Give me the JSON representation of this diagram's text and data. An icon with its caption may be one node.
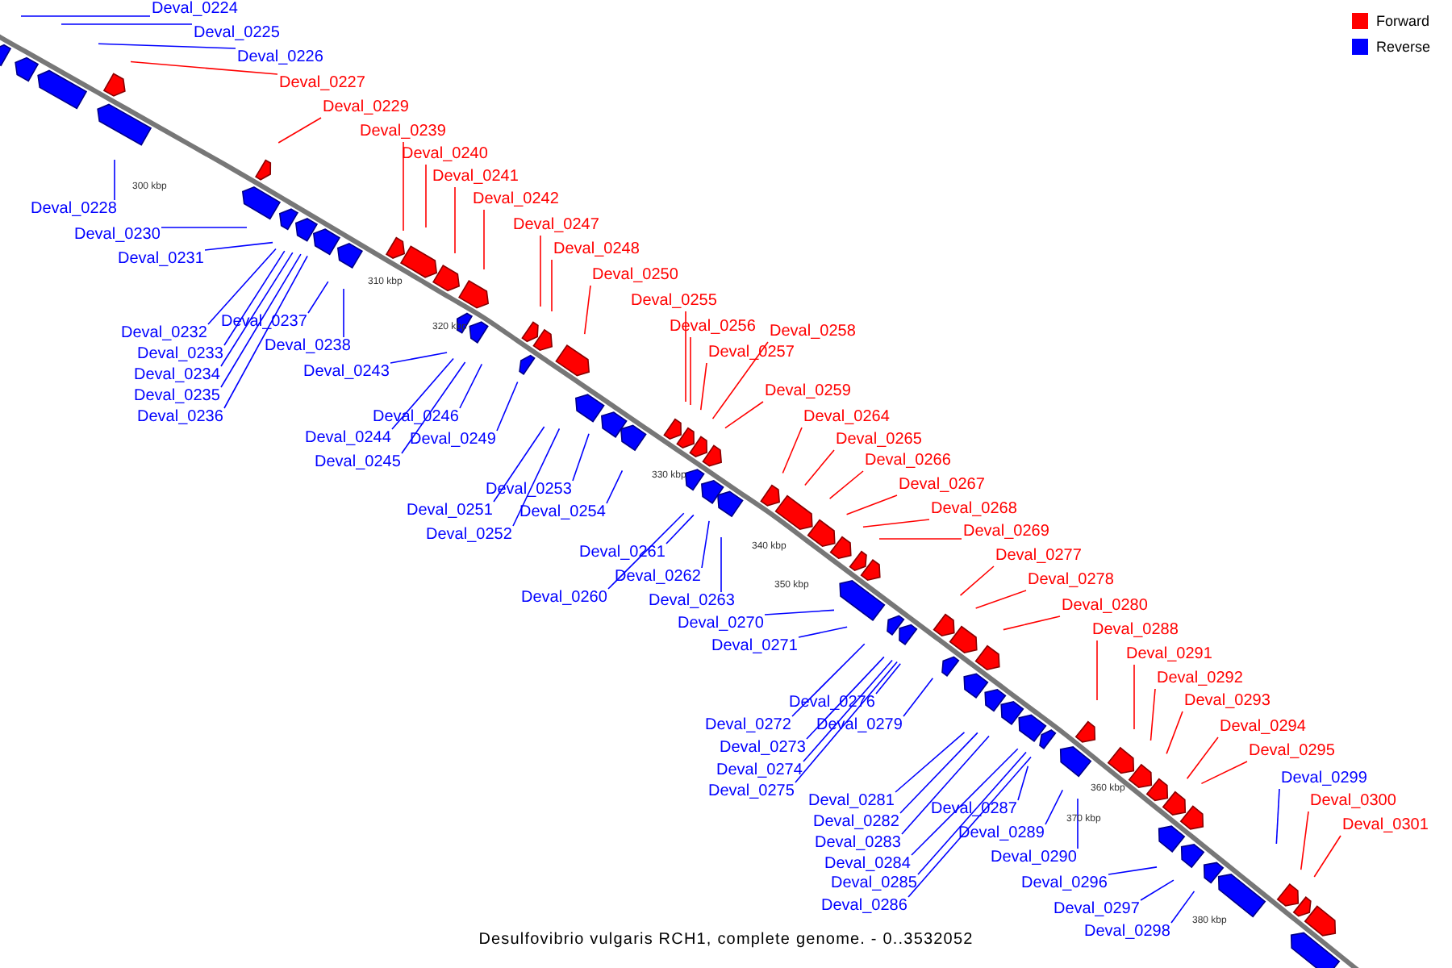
{
  "diagram": {
    "caption": "Desulfovibrio vulgaris RCH1, complete genome. - 0..3532052",
    "nodes": [
      {
        "text": [
          "Deval_0224"
        ]
      },
      {
        "text": [
          "Deval_0225"
        ]
      },
      {
        "text": [
          "Deval_0226"
        ]
      },
      {
        "text": [
          "Deval_0227"
        ]
      },
      {
        "text": [
          "Deval_0228"
        ]
      },
      {
        "text": [
          "Deval_0229"
        ]
      },
      {
        "text": [
          "Deval_0230"
        ]
      },
      {
        "text": [
          "Deval_0231"
        ]
      },
      {
        "text": [
          "Deval_0232"
        ]
      },
      {
        "text": [
          "Deval_0233"
        ]
      },
      {
        "text": [
          "Deval_0234"
        ]
      },
      {
        "text": [
          "Deval_0235"
        ]
      },
      {
        "text": [
          "Deval_0236"
        ]
      },
      {
        "text": [
          "Deval_0237"
        ]
      },
      {
        "text": [
          "Deval_0238"
        ]
      },
      {
        "text": [
          "Deval_0239"
        ]
      },
      {
        "text": [
          "Deval_0240"
        ]
      },
      {
        "text": [
          "Deval_0241"
        ]
      },
      {
        "text": [
          "Deval_0242"
        ]
      },
      {
        "text": [
          "Deval_0243"
        ]
      },
      {
        "text": [
          "Deval_0244"
        ]
      },
      {
        "text": [
          "Deval_0245"
        ]
      },
      {
        "text": [
          "Deval_0246"
        ]
      },
      {
        "text": [
          "Deval_0247"
        ]
      },
      {
        "text": [
          "Deval_0248"
        ]
      },
      {
        "text": [
          "Deval_0249"
        ]
      },
      {
        "text": [
          "Deval_0250"
        ]
      },
      {
        "text": [
          "Deval_0251"
        ]
      },
      {
        "text": [
          "Deval_0252"
        ]
      },
      {
        "text": [
          "Deval_0253"
        ]
      },
      {
        "text": [
          "Deval_0254"
        ]
      },
      {
        "text": [
          "Deval_0255"
        ]
      },
      {
        "text": [
          "Deval_0256"
        ]
      },
      {
        "text": [
          "Deval_0257"
        ]
      },
      {
        "text": [
          "Deval_0258"
        ]
      },
      {
        "text": [
          "Deval_0259"
        ]
      },
      {
        "text": [
          "Deval_0260"
        ]
      },
      {
        "text": [
          "Deval_0261"
        ]
      },
      {
        "text": [
          "Deval_0262"
        ]
      },
      {
        "text": [
          "Deval_0263"
        ]
      },
      {
        "text": [
          "Deval_0264"
        ]
      },
      {
        "text": [
          "Deval_0265"
        ]
      },
      {
        "text": [
          "Deval_0266"
        ]
      },
      {
        "text": [
          "Deval_0267"
        ]
      },
      {
        "text": [
          "Deval_0268"
        ]
      },
      {
        "text": [
          "Deval_0269"
        ]
      },
      {
        "text": [
          "Deval_0270"
        ]
      },
      {
        "text": [
          "Deval_0271"
        ]
      },
      {
        "text": [
          "Deval_0272"
        ]
      },
      {
        "text": [
          "Deval_0273"
        ]
      },
      {
        "text": [
          "Deval_0274"
        ]
      },
      {
        "text": [
          "Deval_0275"
        ]
      },
      {
        "text": [
          "Deval_0276"
        ]
      },
      {
        "text": [
          "Deval_0277"
        ]
      },
      {
        "text": [
          "Deval_0278"
        ]
      },
      {
        "text": [
          "Deval_0279"
        ]
      },
      {
        "text": [
          "Deval_0280"
        ]
      },
      {
        "text": [
          "Deval_0281"
        ]
      },
      {
        "text": [
          "Deval_0282"
        ]
      },
      {
        "text": [
          "Deval_0283"
        ]
      },
      {
        "text": [
          "Deval_0284"
        ]
      },
      {
        "text": [
          "Deval_0285"
        ]
      },
      {
        "text": [
          "Deval_0286"
        ]
      },
      {
        "text": [
          "Deval_0287"
        ]
      },
      {
        "text": [
          "Deval_0288"
        ]
      },
      {
        "text": [
          "Deval_0289"
        ]
      },
      {
        "text": [
          "Deval_0290"
        ]
      },
      {
        "text": [
          "Deval_0291"
        ]
      },
      {
        "text": [
          "Deval_0292"
        ]
      },
      {
        "text": [
          "Deval_0293"
        ]
      },
      {
        "text": [
          "Deval_0294"
        ]
      },
      {
        "text": [
          "Deval_0295"
        ]
      },
      {
        "text": [
          "Deval_0296"
        ]
      },
      {
        "text": [
          "Deval_0297"
        ]
      },
      {
        "text": [
          "Deval_0298"
        ]
      },
      {
        "text": [
          "Deval_0299"
        ]
      },
      {
        "text": [
          "Deval_0300"
        ]
      },
      {
        "text": [
          "Deval_0301"
        ]
      }
    ],
    "edges": [
      {
        "from": 0,
        "to": null,
        "arrow": "none"
      },
      {
        "from": 1,
        "to": null,
        "arrow": "none"
      },
      {
        "from": 2,
        "to": null,
        "arrow": "none"
      },
      {
        "from": 3,
        "to": null,
        "arrow": "none",
        "color": "#ff0000"
      },
      {
        "from": 4,
        "to": null,
        "arrow": "none"
      },
      {
        "from": 5,
        "to": null,
        "arrow": "none",
        "color": "#ff0000"
      },
      {
        "from": 6,
        "to": null,
        "arrow": "none"
      },
      {
        "from": 7,
        "to": null,
        "arrow": "none"
      },
      {
        "from": 8,
        "to": null,
        "arrow": "none"
      },
      {
        "from": 9,
        "to": null,
        "arrow": "none"
      },
      {
        "from": 10,
        "to": null,
        "arrow": "none"
      },
      {
        "from": 11,
        "to": null,
        "arrow": "none"
      },
      {
        "from": 12,
        "to": null,
        "arrow": "none"
      },
      {
        "from": 13,
        "to": null,
        "arrow": "none"
      },
      {
        "from": 14,
        "to": null,
        "arrow": "none"
      },
      {
        "from": 15,
        "to": null,
        "arrow": "none",
        "color": "#ff0000"
      },
      {
        "from": 16,
        "to": null,
        "arrow": "none",
        "color": "#ff0000"
      },
      {
        "from": 17,
        "to": null,
        "arrow": "none",
        "color": "#ff0000"
      },
      {
        "from": 18,
        "to": null,
        "arrow": "none",
        "color": "#ff0000"
      },
      {
        "from": 19,
        "to": null,
        "arrow": "none"
      },
      {
        "from": 20,
        "to": null,
        "arrow": "none"
      },
      {
        "from": 21,
        "to": null,
        "arrow": "none"
      },
      {
        "from": 22,
        "to": null,
        "arrow": "none"
      },
      {
        "from": 23,
        "to": null,
        "arrow": "none",
        "color": "#ff0000"
      },
      {
        "from": 24,
        "to": null,
        "arrow": "none",
        "color": "#ff0000"
      },
      {
        "from": 25,
        "to": null,
        "arrow": "none"
      },
      {
        "from": 26,
        "to": null,
        "arrow": "none",
        "color": "#ff0000"
      },
      {
        "from": 27,
        "to": null,
        "arrow": "none"
      },
      {
        "from": 28,
        "to": null,
        "arrow": "none"
      },
      {
        "from": 29,
        "to": null,
        "arrow": "none"
      },
      {
        "from": 30,
        "to": null,
        "arrow": "none"
      },
      {
        "from": 31,
        "to": null,
        "arrow": "none",
        "color": "#ff0000"
      },
      {
        "from": 32,
        "to": null,
        "arrow": "none",
        "color": "#ff0000"
      },
      {
        "from": 33,
        "to": null,
        "arrow": "none",
        "color": "#ff0000"
      },
      {
        "from": 34,
        "to": null,
        "arrow": "none",
        "color": "#ff0000"
      },
      {
        "from": 35,
        "to": null,
        "arrow": "none",
        "color": "#ff0000"
      },
      {
        "from": 36,
        "to": null,
        "arrow": "none"
      },
      {
        "from": 37,
        "to": null,
        "arrow": "none"
      },
      {
        "from": 38,
        "to": null,
        "arrow": "none"
      },
      {
        "from": 39,
        "to": null,
        "arrow": "none"
      },
      {
        "from": 40,
        "to": null,
        "arrow": "none",
        "color": "#ff0000"
      },
      {
        "from": 41,
        "to": null,
        "arrow": "none",
        "color": "#ff0000"
      },
      {
        "from": 42,
        "to": null,
        "arrow": "none",
        "color": "#ff0000"
      },
      {
        "from": 43,
        "to": null,
        "arrow": "none",
        "color": "#ff0000"
      },
      {
        "from": 44,
        "to": null,
        "arrow": "none",
        "color": "#ff0000"
      },
      {
        "from": 45,
        "to": null,
        "arrow": "none",
        "color": "#ff0000"
      },
      {
        "from": 46,
        "to": null,
        "arrow": "none"
      },
      {
        "from": 47,
        "to": null,
        "arrow": "none"
      },
      {
        "from": 48,
        "to": null,
        "arrow": "none"
      },
      {
        "from": 49,
        "to": null,
        "arrow": "none"
      },
      {
        "from": 50,
        "to": null,
        "arrow": "none"
      },
      {
        "from": 51,
        "to": null,
        "arrow": "none"
      },
      {
        "from": 52,
        "to": null,
        "arrow": "none"
      },
      {
        "from": 53,
        "to": null,
        "arrow": "none",
        "color": "#ff0000"
      },
      {
        "from": 54,
        "to": null,
        "arrow": "none",
        "color": "#ff0000"
      },
      {
        "from": 55,
        "to": null,
        "arrow": "none"
      },
      {
        "from": 56,
        "to": null,
        "arrow": "none",
        "color": "#ff0000"
      },
      {
        "from": 57,
        "to": null,
        "arrow": "none"
      },
      {
        "from": 58,
        "to": null,
        "arrow": "none"
      },
      {
        "from": 59,
        "to": null,
        "arrow": "none"
      },
      {
        "from": 60,
        "to": null,
        "arrow": "none"
      },
      {
        "from": 61,
        "to": null,
        "arrow": "none"
      },
      {
        "from": 62,
        "to": null,
        "arrow": "none"
      },
      {
        "from": 63,
        "to": null,
        "arrow": "none"
      },
      {
        "from": 64,
        "to": null,
        "arrow": "none",
        "color": "#ff0000"
      },
      {
        "from": 65,
        "to": null,
        "arrow": "none"
      },
      {
        "from": 66,
        "to": null,
        "arrow": "none"
      },
      {
        "from": 67,
        "to": null,
        "arrow": "none",
        "color": "#ff0000"
      },
      {
        "from": 68,
        "to": null,
        "arrow": "none",
        "color": "#ff0000"
      },
      {
        "from": 69,
        "to": null,
        "arrow": "none",
        "color": "#ff0000"
      },
      {
        "from": 70,
        "to": null,
        "arrow": "none",
        "color": "#ff0000"
      },
      {
        "from": 71,
        "to": null,
        "arrow": "none",
        "color": "#ff0000"
      },
      {
        "from": 72,
        "to": null,
        "arrow": "none"
      },
      {
        "from": 73,
        "to": null,
        "arrow": "none"
      },
      {
        "from": 74,
        "to": null,
        "arrow": "none"
      },
      {
        "from": 75,
        "to": null,
        "arrow": "none"
      },
      {
        "from": 76,
        "to": null,
        "arrow": "none",
        "color": "#ff0000"
      },
      {
        "from": 77,
        "to": null,
        "arrow": "none",
        "color": "#ff0000"
      }
    ],
    "labels": [
      "300 kbp",
      "310 kbp",
      "320 kbp",
      "330 kbp",
      "340 kbp",
      "350 kbp",
      "360 kbp",
      "370 kbp",
      "380 kbp"
    ],
    "legend": [
      {
        "text": "Forward",
        "color": "#ff0000"
      },
      {
        "text": "Reverse",
        "color": "#0000ff"
      }
    ]
  }
}
